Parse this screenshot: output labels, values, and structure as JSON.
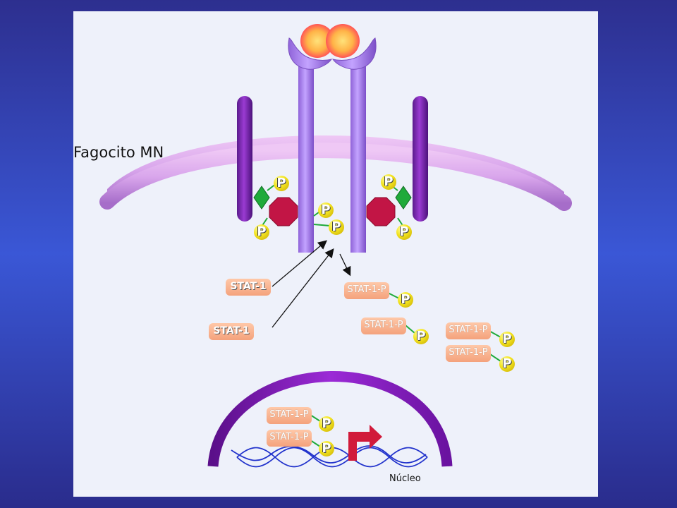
{
  "cell_label": "Fagocito MN",
  "nucleus_label": "Núcleo",
  "phospho_label": "P",
  "stat_unphosphorylated": "STAT-1",
  "stat_phosphorylated": "STAT-1-P",
  "colors": {
    "background": "#3a57d6",
    "panel": "#eef1fa",
    "receptor": "#b38cf0",
    "membrane": "#d9b0ee",
    "jak_kinase": "#c21545",
    "stat_box": "#f4a27c",
    "phosphate": "#f2e21e",
    "nucleus_envelope": "#8a1fc9",
    "dna": "#2233cc",
    "transcription_arrow": "#d11a3a",
    "ligand": "#ff5a6a"
  }
}
